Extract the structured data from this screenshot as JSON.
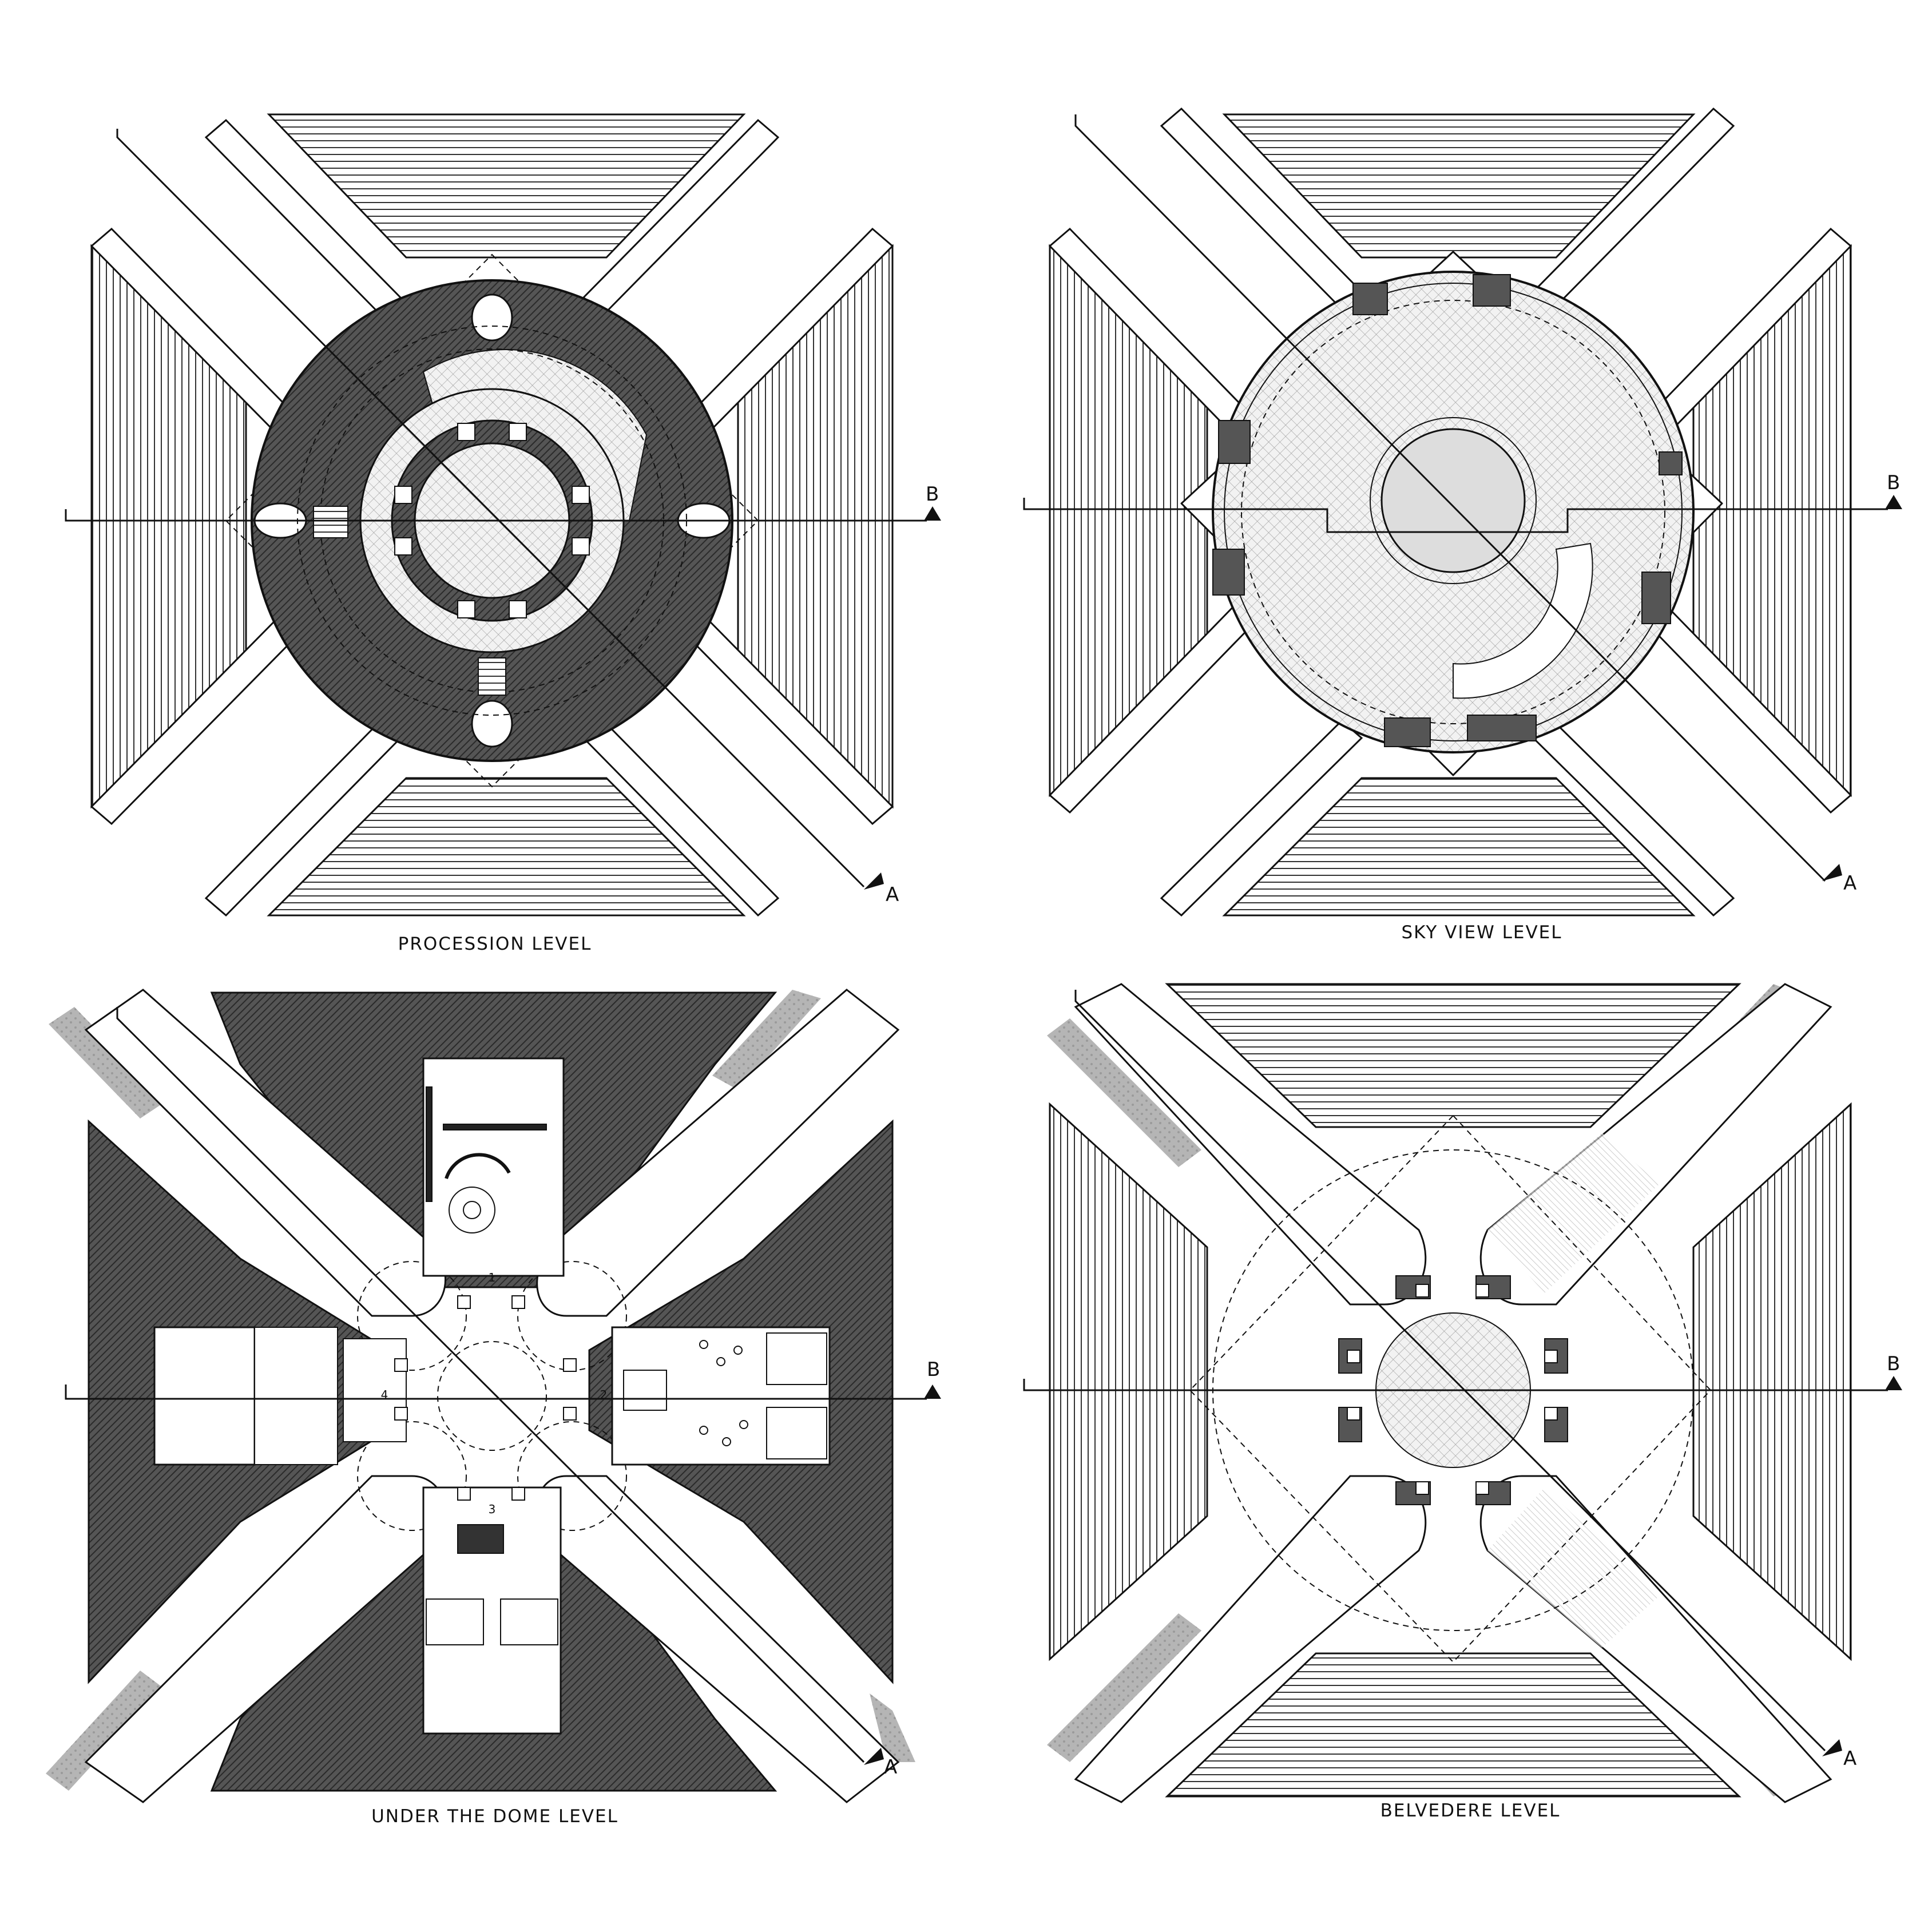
{
  "drawing": {
    "plans": [
      {
        "id": "procession",
        "label": "PROCESSION LEVEL"
      },
      {
        "id": "sky-view",
        "label": "SKY VIEW LEVEL"
      },
      {
        "id": "under-dome",
        "label": "UNDER THE DOME LEVEL"
      },
      {
        "id": "belvedere",
        "label": "BELVEDERE LEVEL"
      }
    ],
    "section_markers": {
      "a": "A",
      "b": "B"
    },
    "room_numbers": [
      "1",
      "2",
      "3",
      "4"
    ]
  },
  "colors": {
    "ink": "#111111",
    "poche": "#4a4a4a",
    "hatch_light": "#bdbdbd",
    "planting": "#a9a9a9",
    "paper": "#ffffff"
  }
}
